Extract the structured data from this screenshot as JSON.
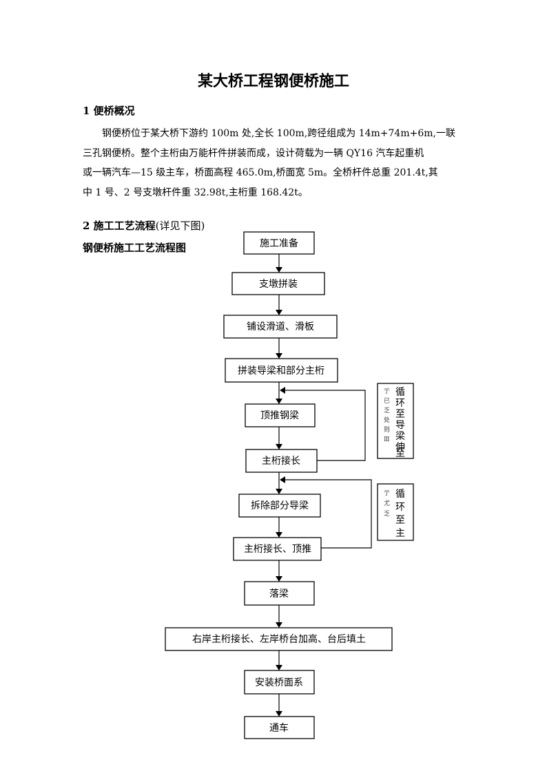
{
  "doc": {
    "title": "某大桥工程钢便桥施工",
    "section1": "1 便桥概况",
    "paragraph_lines": [
      "钢便桥位于某大桥下游约 100m 处,全长 100m,跨径组成为 14m+74m+6m,一联",
      "三孔钢便桥。整个主桁由万能杆件拼装而成，设计荷载为一辆 QY16 汽车起重机",
      "或一辆汽车—15 级主车，桥面高程 465.0m,桥面宽 5m。全桥杆件总重 201.4t,其",
      "中 1 号、2 号支墩杆件重 32.98t,主桁重 168.42t。"
    ],
    "section2_bold": "2 施工工艺流程",
    "section2_normal": "(详见下图)",
    "flow_title": "钢便桥施工工艺流程图"
  },
  "flowchart": {
    "steps": [
      "施工准备",
      "支墩拼装",
      "铺设滑道、滑板",
      "拼装导梁和部分主桁",
      "顶推钢梁",
      "主桁接长",
      "拆除部分导梁",
      "主桁接长、顶推",
      "落梁",
      "右岸主桁接长、左岸桥台加高、台后填土",
      "安装桥面系",
      "通车"
    ],
    "loop_notes": [
      {
        "chars": [
          "循",
          "环",
          "至",
          "导",
          "梁",
          "伸",
          "至"
        ],
        "faint_chars": [
          "亍",
          "已",
          "乏",
          "处",
          "则",
          "Ⅲ"
        ]
      },
      {
        "chars": [
          "循",
          "环",
          "至",
          "主"
        ],
        "faint_chars": [
          "亍",
          "尤",
          "乏"
        ]
      }
    ]
  }
}
